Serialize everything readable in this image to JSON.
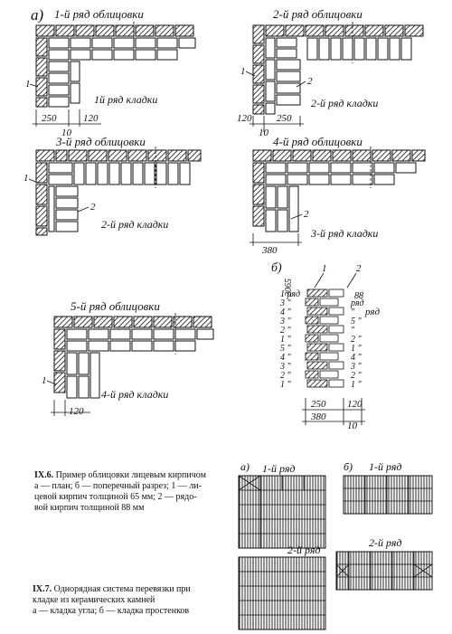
{
  "figure_a": {
    "marker": "а)",
    "panels": [
      {
        "title": "1-й ряд облицовки",
        "row_label": "1й ряд кладки",
        "dims": [
          "250",
          "120",
          "10"
        ],
        "marker": "1"
      },
      {
        "title": "2-й ряд облицовки",
        "row_label": "2-й ряд кладки",
        "dims": [
          "120",
          "250",
          "10"
        ],
        "markers": [
          "1",
          "2"
        ]
      },
      {
        "title": "3-й ряд облицовки",
        "row_label": "2-й ряд кладки",
        "markers": [
          "1",
          "2"
        ]
      },
      {
        "title": "4-й ряд облицовки",
        "row_label": "3-й ряд кладки",
        "dims": [
          "380"
        ],
        "marker": "2"
      },
      {
        "title": "5-й ряд облицовки",
        "row_label": "4-й ряд кладки",
        "dims": [
          "120"
        ],
        "marker": "1"
      }
    ]
  },
  "figure_b": {
    "marker": "б)",
    "markers": [
      "1",
      "2"
    ],
    "dims": [
      "2065",
      "88",
      "250",
      "120",
      "380",
      "10"
    ],
    "row_word": "ряд",
    "left_rows": [
      "1 ряд",
      "3 \"",
      "4 \"",
      "3 \"",
      "2 \"",
      "1 \"",
      "5 \"",
      "4 \"",
      "3 \"",
      "2 \"",
      "1 \""
    ],
    "right_rows": [
      "ряд",
      "\"",
      "5 \"",
      "\"",
      "2 \"",
      "1 \"",
      "4 \"",
      "3 \"",
      "2 \"",
      "1 \""
    ]
  },
  "caption_ix6": {
    "number": "IX.6.",
    "text": "Пример облицовки лицевым кирпичом",
    "line2": "а — план; б — поперечный разрез; 1 — ли-",
    "line3": "цевой кирпич толщиной 65 мм; 2 — рядо-",
    "line4": "вой кирпич толщиной 88 мм"
  },
  "figure_c": {
    "marker_a": "а)",
    "marker_b": "б)",
    "labels": [
      "1-й ряд",
      "1-й ряд",
      "2-й ряд",
      "2-й ряд"
    ]
  },
  "caption_ix7": {
    "number": "IX.7.",
    "text": "Однорядная система перевязки при",
    "line2": "кладке из керамических камней",
    "line3": "а — кладка угла; б — кладка простенков"
  }
}
